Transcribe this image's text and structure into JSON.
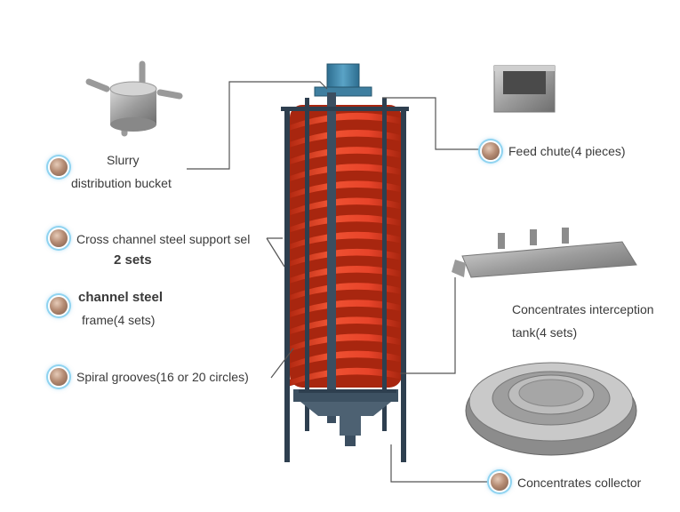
{
  "labels": {
    "slurry_line1": "Slurry",
    "slurry_line2": "distribution bucket",
    "feed_chute": "Feed chute(4 pieces)",
    "cross_channel_line1": "Cross channel steel support sel",
    "cross_channel_line2": "2 sets",
    "channel_steel_line1": "channel steel",
    "channel_steel_line2": "frame(4 sets)",
    "concentrates_tank_line1": "Concentrates interception",
    "concentrates_tank_line2": "tank(4 sets)",
    "spiral_grooves": "Spiral grooves(16 or 20 circles)",
    "concentrates_collector": "Concentrates collector"
  },
  "colors": {
    "spiral": "#e8442a",
    "spiral_dark": "#a8260f",
    "frame": "#2e3f4f",
    "feed_pipe": "#3f7fa0",
    "steel": "#a9a9a9",
    "leader_line": "#555555",
    "bullet_ring": "#8fd3f0"
  },
  "icons": [
    "bullet-icon"
  ]
}
